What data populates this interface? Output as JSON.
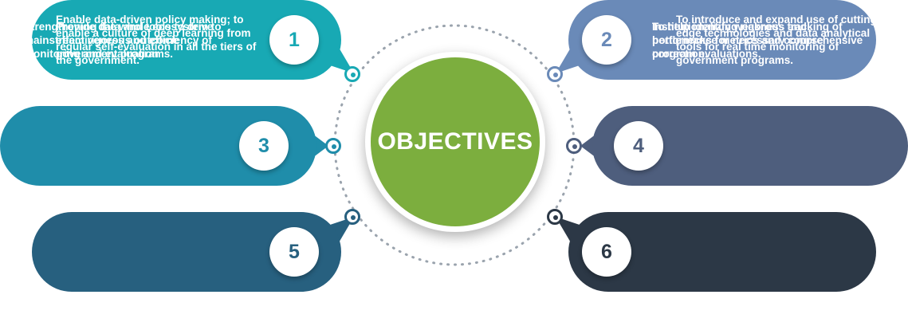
{
  "center": {
    "label": "OBJECTIVES",
    "color": "#7cae3e"
  },
  "objectives": [
    {
      "number": "1",
      "text": "Enable data-driven policy making; to enable a culture of deep learning from regular self-evaluation in all the tiers of the government.",
      "color": "#18a9b4"
    },
    {
      "number": "2",
      "text": "Institutionalizing rigorous tracking of performance metrics and comprehensive program evaluations.",
      "color": "#6a8ab8"
    },
    {
      "number": "3",
      "text": "Strengthening the whole ecosystem to mainstream rigorous outcome monitoring and evaluation",
      "color": "#1f8daa"
    },
    {
      "number": "4",
      "text": "To introduce and expand use of cutting edge technologies and data analytical tools for real time monitoring of government programs.",
      "color": "#4e5e7d"
    },
    {
      "number": "5",
      "text": "Provide data and tools to drive effectiveness and efficiency of government programs.",
      "color": "#27607f"
    },
    {
      "number": "6",
      "text": "To help identify weakness and bottlenecks for necessary course correction.",
      "color": "#2c3846"
    }
  ]
}
